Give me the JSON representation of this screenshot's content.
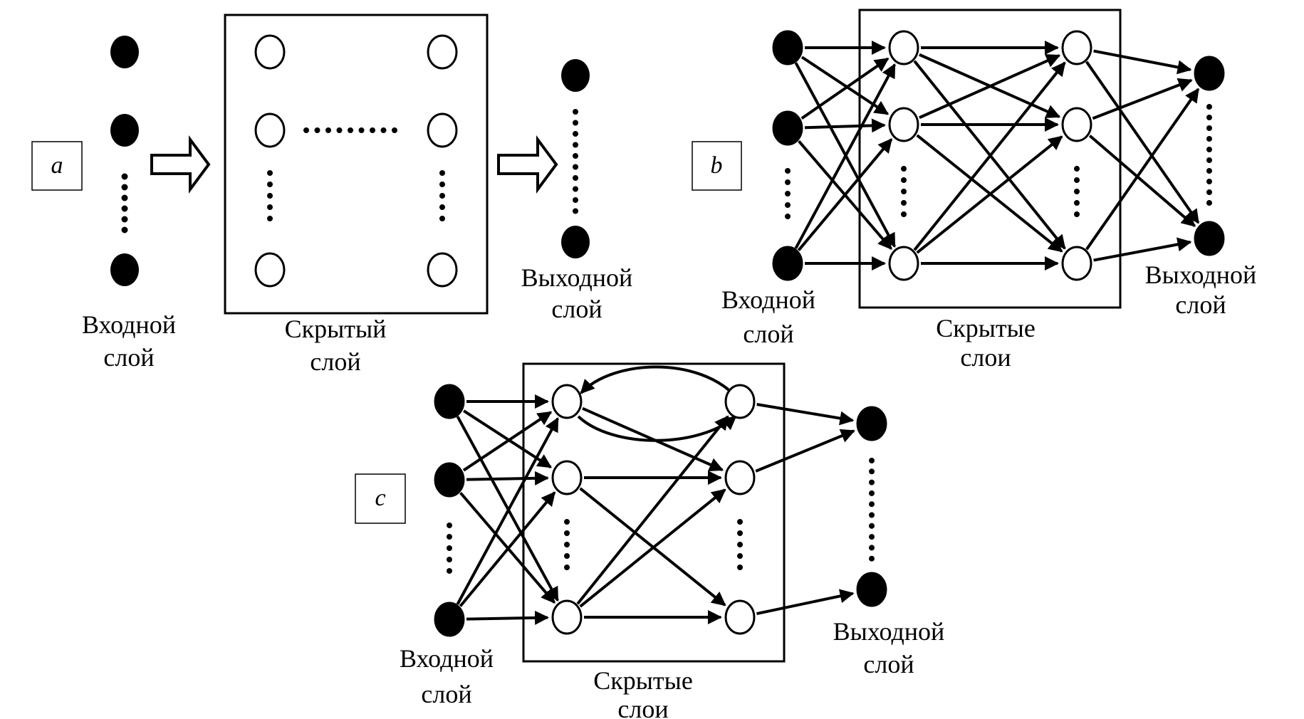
{
  "figure": {
    "panels": [
      {
        "id": "a",
        "tag": "a",
        "labels": {
          "input": [
            "Входной",
            "слой"
          ],
          "hidden": [
            "Скрытый",
            "слой"
          ],
          "output": [
            "Выходной",
            "слой"
          ]
        },
        "description": "Feed-forward schematic: input layer → hidden layer block → output layer"
      },
      {
        "id": "b",
        "tag": "b",
        "labels": {
          "input": [
            "Входной",
            "слой"
          ],
          "hidden": [
            "Скрытые",
            "слои"
          ],
          "output": [
            "Выходной",
            "слой"
          ]
        },
        "description": "Fully connected multilayer perceptron with two hidden layers"
      },
      {
        "id": "c",
        "tag": "c",
        "labels": {
          "input": [
            "Входной",
            "слой"
          ],
          "hidden": [
            "Скрытые",
            "слои"
          ],
          "output": [
            "Выходной",
            "слой"
          ]
        },
        "description": "Recurrent network with feedback connection between hidden layers"
      }
    ],
    "colors": {
      "filled_node": "#000000",
      "hollow_node": "#ffffff",
      "stroke": "#000000",
      "background": "#ffffff"
    }
  }
}
